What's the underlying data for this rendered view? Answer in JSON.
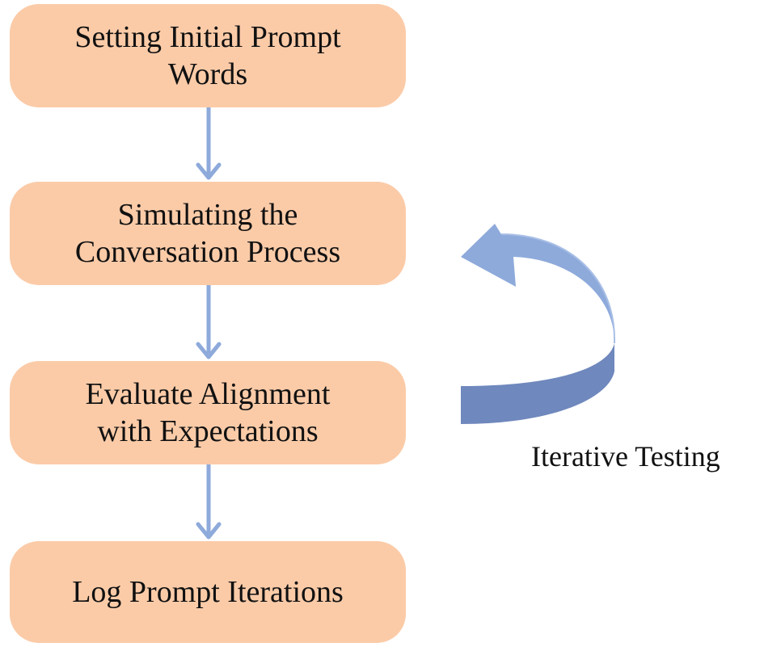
{
  "steps": [
    {
      "label": "Setting Initial Prompt\nWords"
    },
    {
      "label": "Simulating the\nConversation Process"
    },
    {
      "label": "Evaluate Alignment\nwith Expectations"
    },
    {
      "label": "Log Prompt Iterations"
    }
  ],
  "loop": {
    "label": "Iterative Testing"
  },
  "colors": {
    "step_fill": "#fbcba8",
    "arrow": "#8eaadb",
    "loop_arrow_light": "#8eaadb",
    "loop_arrow_dark": "#6f88bd",
    "text": "#111111"
  }
}
